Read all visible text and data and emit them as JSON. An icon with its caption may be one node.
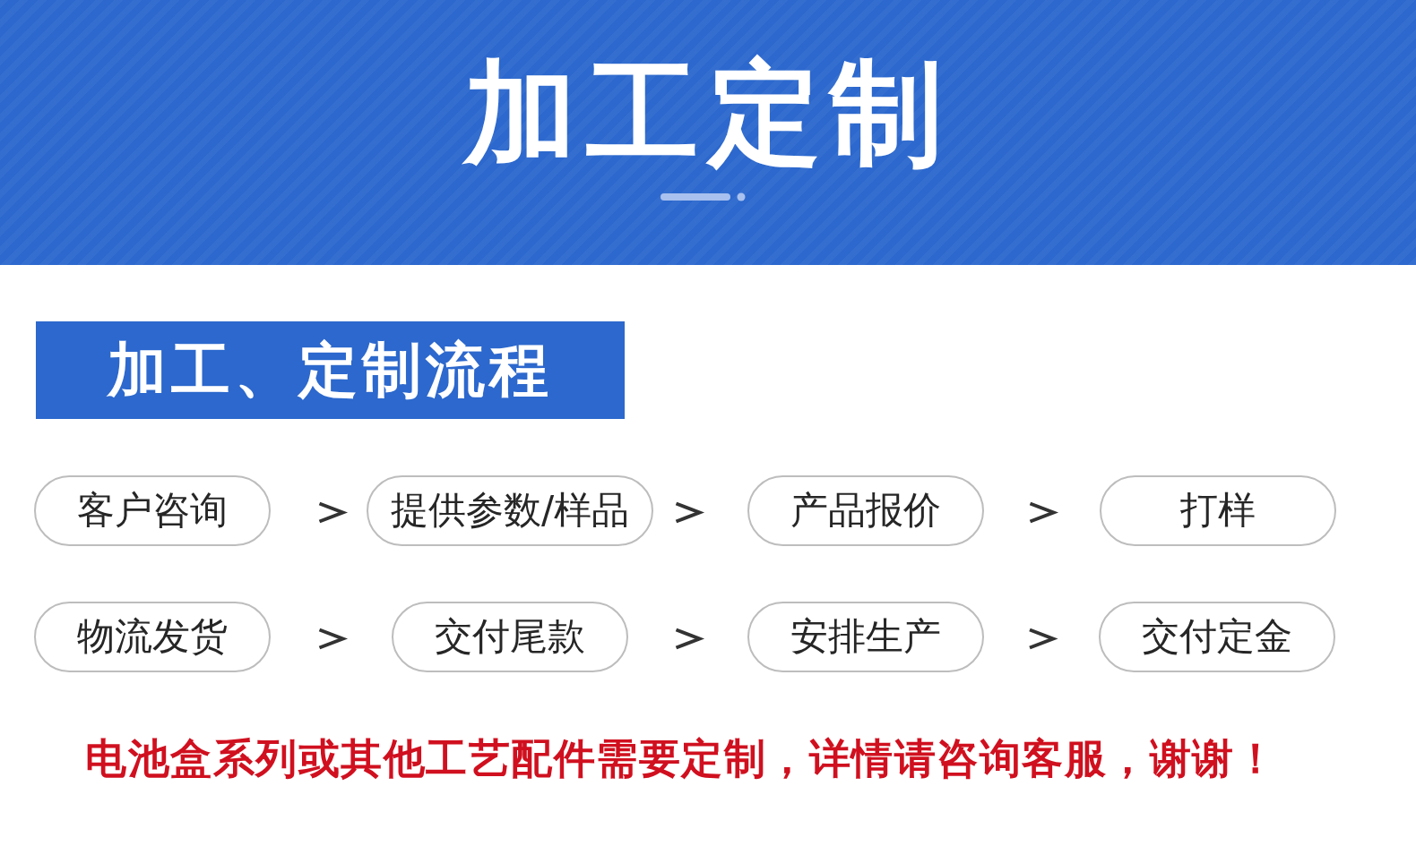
{
  "diagram": {
    "title": "加工定制",
    "nodes": [
      {
        "text": [
          "加工、定制流程"
        ]
      },
      {
        "text": [
          "客户咨询"
        ]
      },
      {
        "text": [
          "提供参数/样品"
        ]
      },
      {
        "text": [
          "产品报价"
        ]
      },
      {
        "text": [
          "打样"
        ]
      },
      {
        "text": [
          "物流发货"
        ]
      },
      {
        "text": [
          "交付尾款"
        ]
      },
      {
        "text": [
          "安排生产"
        ]
      },
      {
        "text": [
          "交付定金"
        ]
      }
    ],
    "edges": [
      {
        "from": 1,
        "to": 2,
        "arrow": "to"
      },
      {
        "from": 2,
        "to": 3,
        "arrow": "to"
      },
      {
        "from": 3,
        "to": 4,
        "arrow": "to"
      },
      {
        "from": 5,
        "to": 6,
        "arrow": "to"
      },
      {
        "from": 6,
        "to": 7,
        "arrow": "to"
      },
      {
        "from": 7,
        "to": 8,
        "arrow": "to"
      }
    ],
    "labels": [
      "电池盒系列或其他工艺配件需要定制，详情请咨询客服，谢谢！"
    ]
  }
}
